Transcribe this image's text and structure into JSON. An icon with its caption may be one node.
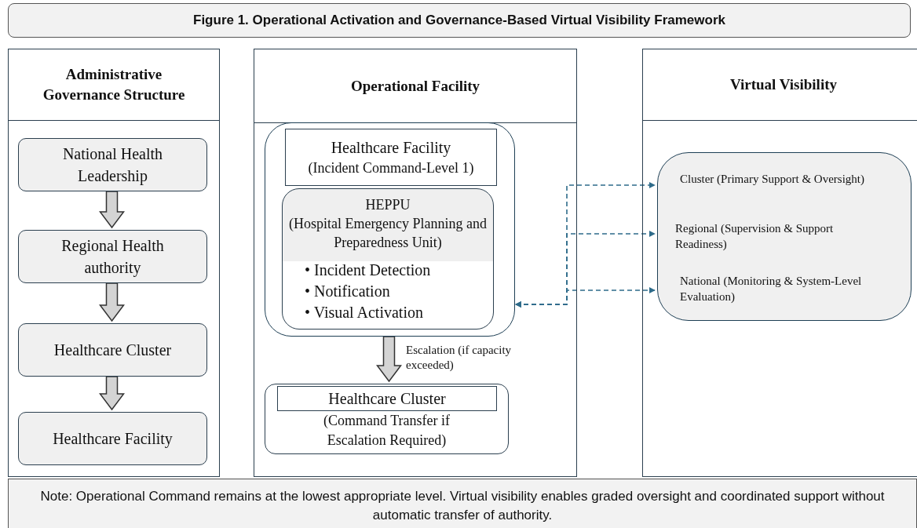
{
  "diagram": {
    "title": "Figure 1. Operational Activation and Governance-Based Virtual Visibility Framework",
    "nodes": [
      {
        "text": [
          "Administrative Governance Structure"
        ]
      },
      {
        "text": [
          "National Health Leadership"
        ],
        "in": 0
      },
      {
        "text": [
          "Regional Health authority"
        ],
        "in": 0
      },
      {
        "text": [
          "Healthcare Cluster"
        ],
        "in": 0
      },
      {
        "text": [
          "Healthcare Facility"
        ],
        "in": 0
      },
      {
        "text": [
          "Operational Facility"
        ]
      },
      {
        "text": [],
        "shape": "box",
        "in": 5
      },
      {
        "text": [
          "Healthcare Facility",
          "(Incident Command-Level 1)"
        ],
        "in": 6
      },
      {
        "text": [
          "HEPPU",
          "(Hospital Emergency Planning and Preparedness Unit)",
          "• Incident Detection",
          "• Notification",
          "• Visual Activation"
        ],
        "in": 6
      },
      {
        "text": [
          "(Command Transfer if Escalation Required)"
        ],
        "in": 5
      },
      {
        "text": [
          "Healthcare Cluster"
        ],
        "in": 9
      },
      {
        "text": [
          "Virtual Visibility"
        ]
      },
      {
        "text": [],
        "shape": "box",
        "in": 11
      },
      {
        "text": [
          "Cluster (Primary Support & Oversight)"
        ],
        "in": 12
      },
      {
        "text": [
          "Regional (Supervision & Support Readiness)"
        ],
        "in": 12
      },
      {
        "text": [
          "National (Monitoring & System-Level Evaluation)"
        ],
        "in": 12
      }
    ],
    "edges": [
      {
        "from": 1,
        "to": 2,
        "arrow": "to",
        "style": "thick"
      },
      {
        "from": 2,
        "to": 3,
        "arrow": "to",
        "style": "thick"
      },
      {
        "from": 3,
        "to": 4,
        "arrow": "to",
        "style": "thick"
      },
      {
        "from": 6,
        "to": 9,
        "arrow": "to",
        "style": "thick",
        "label": "Escalation (if capacity exceeded)"
      },
      {
        "from": 6,
        "to": 13,
        "arrow": "both",
        "style": "dashed",
        "color": "#2e6b8a"
      },
      {
        "from": 6,
        "to": 14,
        "arrow": "both",
        "style": "dashed",
        "color": "#2e6b8a"
      },
      {
        "from": 6,
        "to": 15,
        "arrow": "both",
        "style": "dashed",
        "color": "#2e6b8a"
      }
    ],
    "caption": "Note: Operational Command remains at the lowest appropriate level. Virtual visibility enables graded oversight and coordinated support without automatic transfer of authority."
  }
}
